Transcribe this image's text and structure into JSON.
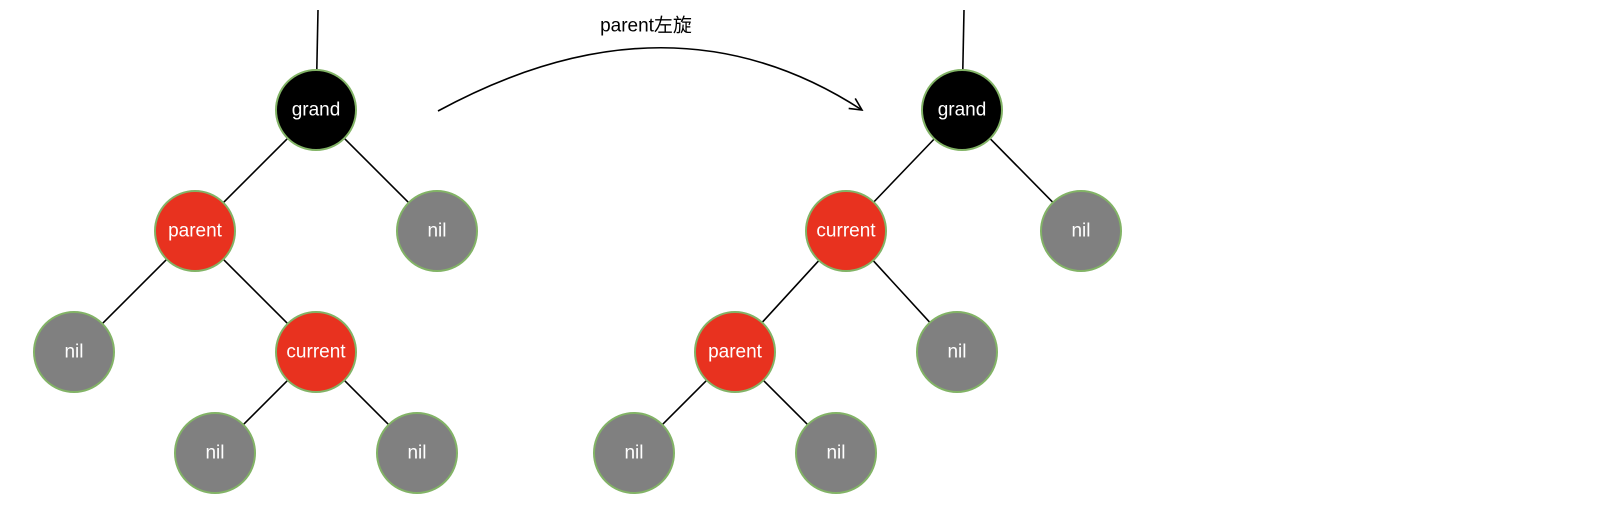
{
  "operation_label": "parent左旋",
  "colors": {
    "black_node": "#000000",
    "red_node": "#e8321f",
    "nil_node": "#808080",
    "node_border": "#82b366",
    "edge": "#000000"
  },
  "trees": [
    {
      "id": "before",
      "nodes": [
        {
          "id": "b-grand",
          "label": "grand",
          "color": "black"
        },
        {
          "id": "b-parent",
          "label": "parent",
          "color": "red"
        },
        {
          "id": "b-nil-r",
          "label": "nil",
          "color": "nil"
        },
        {
          "id": "b-nil-pl",
          "label": "nil",
          "color": "nil"
        },
        {
          "id": "b-current",
          "label": "current",
          "color": "red"
        },
        {
          "id": "b-nil-cl",
          "label": "nil",
          "color": "nil"
        },
        {
          "id": "b-nil-cr",
          "label": "nil",
          "color": "nil"
        }
      ],
      "edges": [
        [
          "b-grand",
          "b-parent"
        ],
        [
          "b-grand",
          "b-nil-r"
        ],
        [
          "b-parent",
          "b-nil-pl"
        ],
        [
          "b-parent",
          "b-current"
        ],
        [
          "b-current",
          "b-nil-cl"
        ],
        [
          "b-current",
          "b-nil-cr"
        ]
      ]
    },
    {
      "id": "after",
      "nodes": [
        {
          "id": "a-grand",
          "label": "grand",
          "color": "black"
        },
        {
          "id": "a-current",
          "label": "current",
          "color": "red"
        },
        {
          "id": "a-nil-r",
          "label": "nil",
          "color": "nil"
        },
        {
          "id": "a-parent",
          "label": "parent",
          "color": "red"
        },
        {
          "id": "a-nil-cr",
          "label": "nil",
          "color": "nil"
        },
        {
          "id": "a-nil-pl",
          "label": "nil",
          "color": "nil"
        },
        {
          "id": "a-nil-pr",
          "label": "nil",
          "color": "nil"
        }
      ],
      "edges": [
        [
          "a-grand",
          "a-current"
        ],
        [
          "a-grand",
          "a-nil-r"
        ],
        [
          "a-current",
          "a-parent"
        ],
        [
          "a-current",
          "a-nil-cr"
        ],
        [
          "a-parent",
          "a-nil-pl"
        ],
        [
          "a-parent",
          "a-nil-pr"
        ]
      ]
    }
  ]
}
